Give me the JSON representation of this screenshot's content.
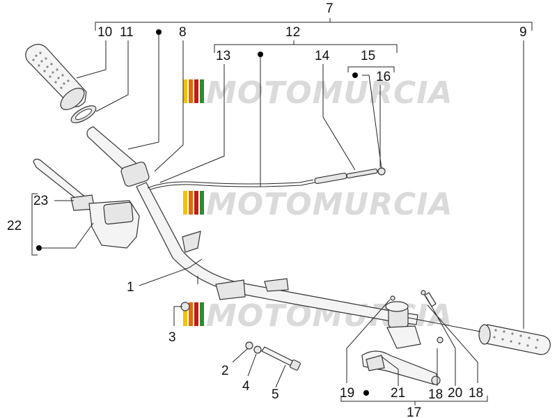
{
  "watermark": {
    "text": "MOTOMURCIA",
    "colors": [
      "#f2c200",
      "#e06b00",
      "#c41a1a",
      "#2e8b2e"
    ]
  },
  "labels": {
    "l1": "1",
    "l2": "2",
    "l3": "3",
    "l4": "4",
    "l5": "5",
    "l7": "7",
    "l8": "8",
    "l9": "9",
    "l10": "10",
    "l11": "11",
    "l12": "12",
    "l13": "13",
    "l14": "14",
    "l15": "15",
    "l16": "16",
    "l17": "17",
    "l18a": "18",
    "l18b": "18",
    "l19": "19",
    "l20": "20",
    "l21": "21",
    "l22": "22",
    "l23": "23"
  }
}
